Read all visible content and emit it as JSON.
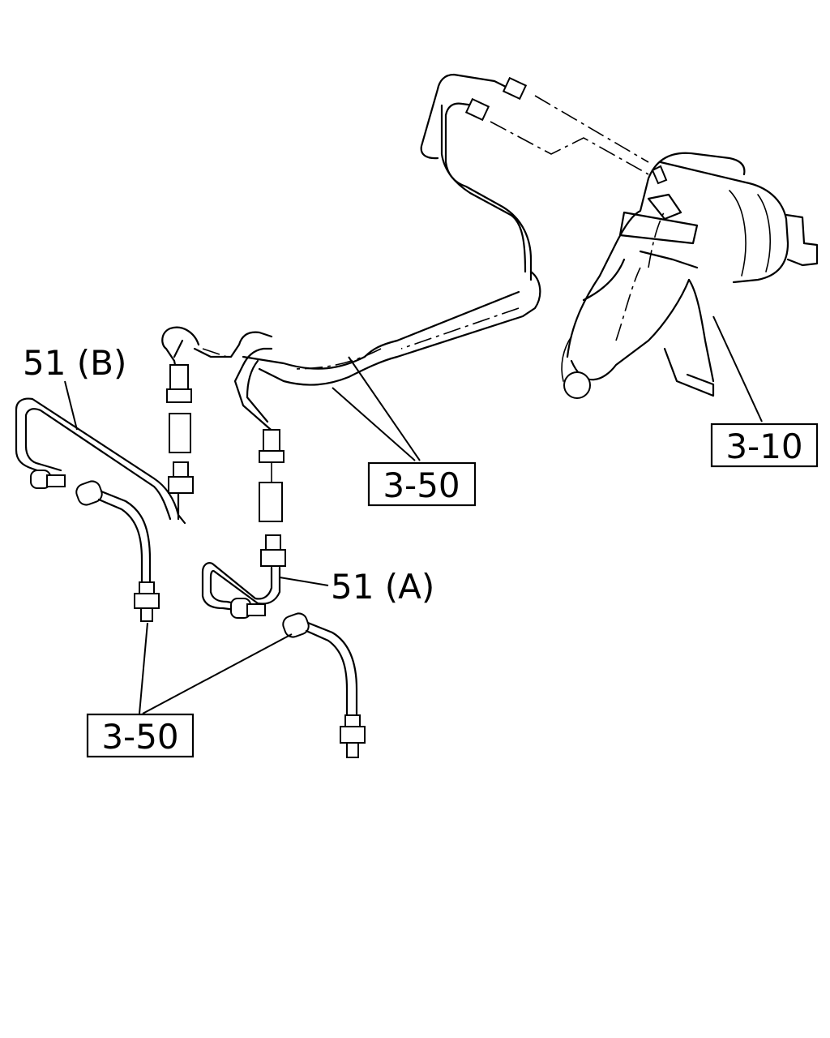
{
  "callouts": {
    "part_51b": "51 (B)",
    "part_51a": "51 (A)",
    "ref_3_50_upper": "3-50",
    "ref_3_50_lower": "3-50",
    "ref_3_10": "3-10"
  }
}
